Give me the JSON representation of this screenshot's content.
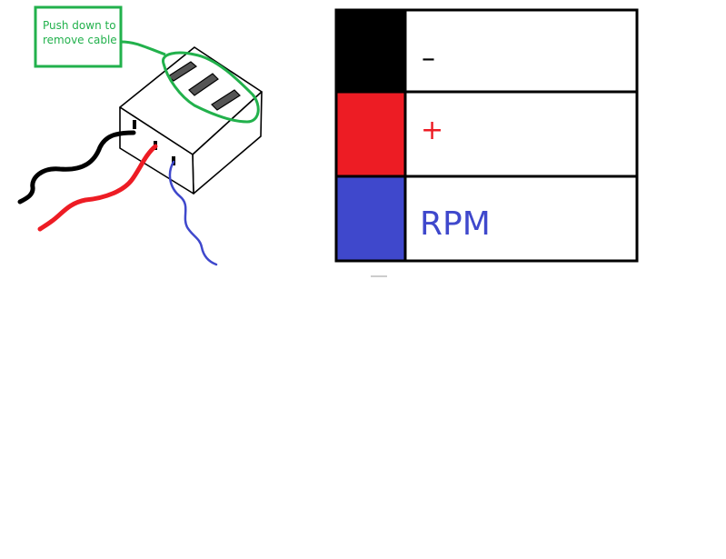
{
  "callout": {
    "line1": "Push down to",
    "line2": "remove cable"
  },
  "legend": {
    "rows": [
      {
        "symbol": "–",
        "swatch_color": "#000000",
        "label_color": "#000000"
      },
      {
        "symbol": "+",
        "swatch_color": "#ed1c24",
        "label_color": "#ed1c24"
      },
      {
        "symbol": "RPM",
        "swatch_color": "#3f48cc",
        "label_color": "#3f48cc"
      }
    ]
  },
  "wires": [
    {
      "color": "#000000",
      "function": "–"
    },
    {
      "color": "#ed1c24",
      "function": "+"
    },
    {
      "color": "#3f48cc",
      "function": "RPM"
    }
  ],
  "colors": {
    "callout_green": "#22b14c",
    "outline": "#000000",
    "latch_gray": "#555555",
    "background": "#ffffff"
  }
}
